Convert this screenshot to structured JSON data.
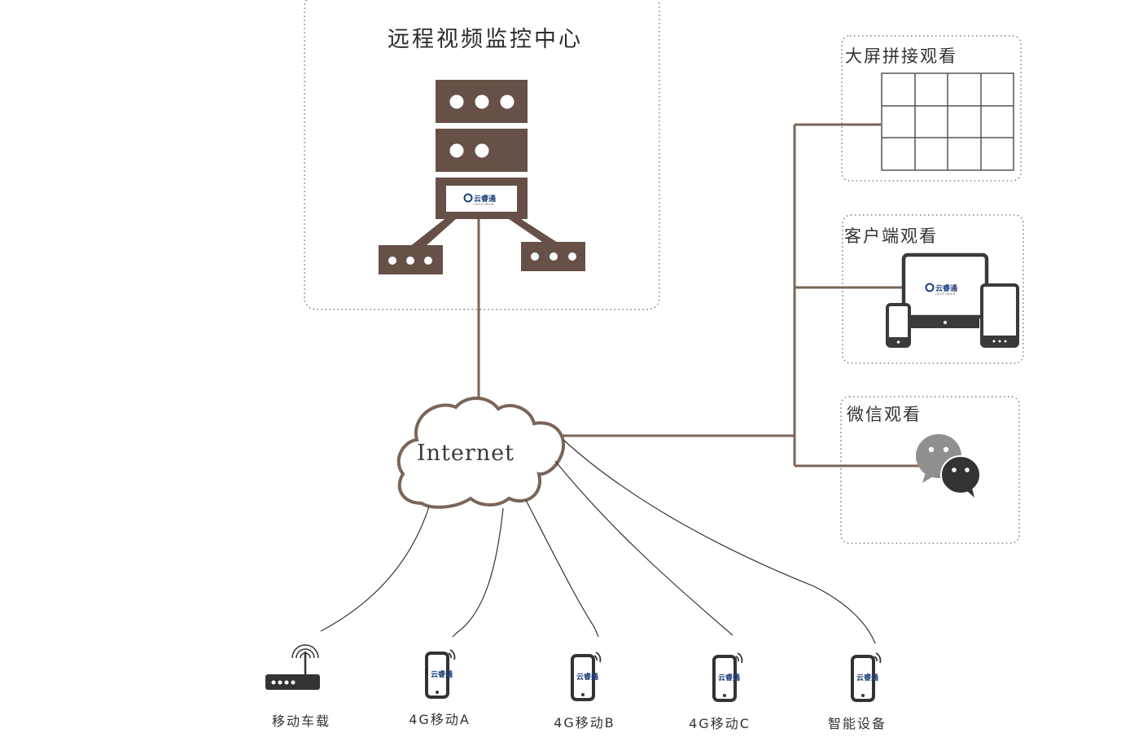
{
  "center": {
    "title": "远程视频监控中心"
  },
  "brand": {
    "logo_text": "云睿通",
    "logo_sub": "INSPIWAN"
  },
  "cloud": {
    "label": "Internet"
  },
  "viewers": {
    "big_screen": "大屏拼接观看",
    "client": "客户端观看",
    "wechat": "微信观看"
  },
  "devices": {
    "vehicle": "移动车载",
    "mobile_a": "4G移动A",
    "mobile_b": "4G移动B",
    "mobile_c": "4G移动C",
    "smart": "智能设备"
  },
  "colors": {
    "server_brown": "#665048",
    "line_brown": "#7a6559",
    "dark_gray": "#3a3a3a",
    "wechat_light": "#8f8f8f",
    "wechat_dark": "#333333"
  }
}
